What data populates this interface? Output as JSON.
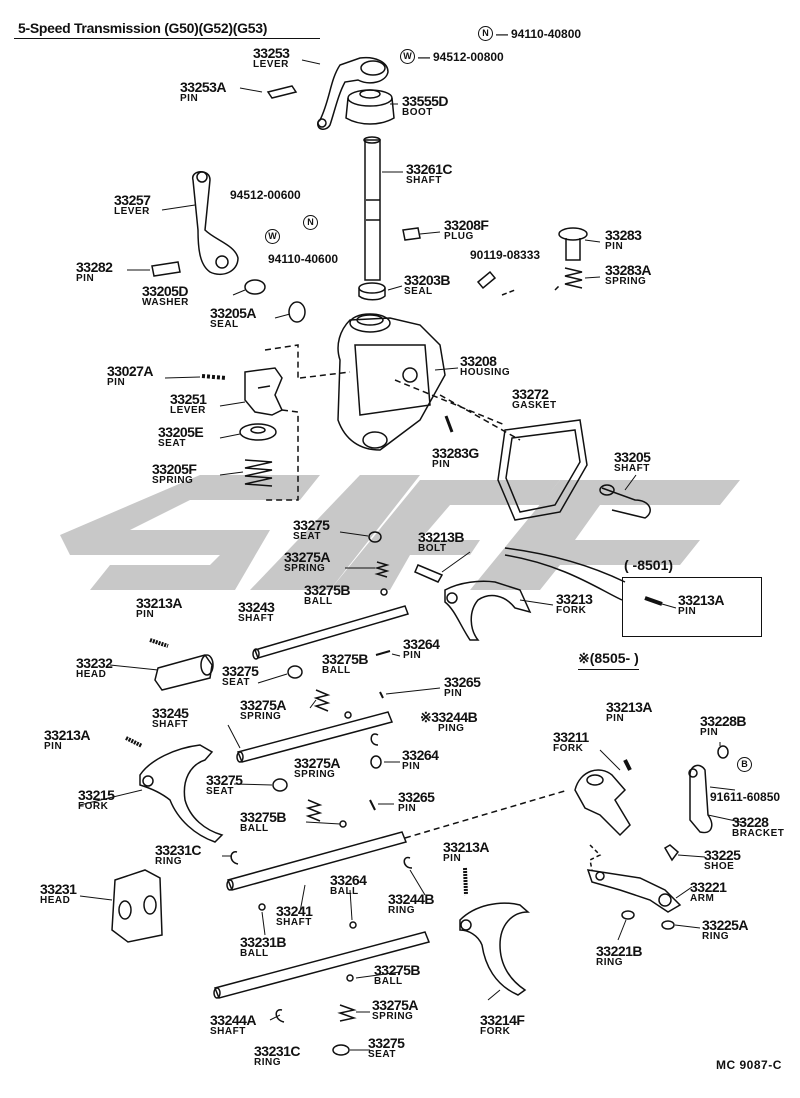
{
  "title": "5-Speed Transmission (G50)(G52)(G53)",
  "footer_code": "MC  9087-C",
  "inset": {
    "label": "(        -8501)",
    "part": "33213A",
    "desc": "PIN"
  },
  "note2": "※(8505-          )",
  "symbol_refs": [
    {
      "symbol": "N",
      "number": "94110-40800"
    },
    {
      "symbol": "W",
      "number": "94512-00800"
    },
    {
      "symbol": "W",
      "number": "94512-00600"
    },
    {
      "symbol": "N",
      "number": "94110-40600"
    },
    {
      "symbol": "B",
      "number": "91611-60850"
    }
  ],
  "plain_refs": [
    "90119-08333"
  ],
  "parts": [
    {
      "num": "33253",
      "desc": "LEVER"
    },
    {
      "num": "33253A",
      "desc": "PIN"
    },
    {
      "num": "33555D",
      "desc": "BOOT"
    },
    {
      "num": "33261C",
      "desc": "SHAFT"
    },
    {
      "num": "33257",
      "desc": "LEVER"
    },
    {
      "num": "33208F",
      "desc": "PLUG"
    },
    {
      "num": "33283",
      "desc": "PIN"
    },
    {
      "num": "33282",
      "desc": "PIN"
    },
    {
      "num": "33283A",
      "desc": "SPRING"
    },
    {
      "num": "33205D",
      "desc": "WASHER"
    },
    {
      "num": "33203B",
      "desc": "SEAL"
    },
    {
      "num": "33205A",
      "desc": "SEAL"
    },
    {
      "num": "33027A",
      "desc": "PIN"
    },
    {
      "num": "33208",
      "desc": "HOUSING"
    },
    {
      "num": "33251",
      "desc": "LEVER"
    },
    {
      "num": "33272",
      "desc": "GASKET"
    },
    {
      "num": "33205E",
      "desc": "SEAT"
    },
    {
      "num": "33283G",
      "desc": "PIN"
    },
    {
      "num": "33205",
      "desc": "SHAFT"
    },
    {
      "num": "33205F",
      "desc": "SPRING"
    },
    {
      "num": "33275",
      "desc": "SEAT"
    },
    {
      "num": "33213B",
      "desc": "BOLT"
    },
    {
      "num": "33275A",
      "desc": "SPRING"
    },
    {
      "num": "33275B",
      "desc": "BALL"
    },
    {
      "num": "33213A",
      "desc": "PIN"
    },
    {
      "num": "33243",
      "desc": "SHAFT"
    },
    {
      "num": "33213",
      "desc": "FORK"
    },
    {
      "num": "33264",
      "desc": "PIN"
    },
    {
      "num": "33232",
      "desc": "HEAD"
    },
    {
      "num": "33275B",
      "desc": "BALL"
    },
    {
      "num": "33275",
      "desc": "SEAT"
    },
    {
      "num": "33265",
      "desc": "PIN"
    },
    {
      "num": "33275A",
      "desc": "SPRING"
    },
    {
      "num": "33245",
      "desc": "SHAFT"
    },
    {
      "num": "※33244B",
      "desc": "PING"
    },
    {
      "num": "33213A",
      "desc": "PIN"
    },
    {
      "num": "33264",
      "desc": "PIN"
    },
    {
      "num": "33275A",
      "desc": "SPRING"
    },
    {
      "num": "33275",
      "desc": "SEAT"
    },
    {
      "num": "33215",
      "desc": "FORK"
    },
    {
      "num": "33265",
      "desc": "PIN"
    },
    {
      "num": "33275B",
      "desc": "BALL"
    },
    {
      "num": "33213A",
      "desc": "PIN"
    },
    {
      "num": "33211",
      "desc": "FORK"
    },
    {
      "num": "33228B",
      "desc": "PIN"
    },
    {
      "num": "33228",
      "desc": "BRACKET"
    },
    {
      "num": "33225",
      "desc": "SHOE"
    },
    {
      "num": "33221",
      "desc": "ARM"
    },
    {
      "num": "33225A",
      "desc": "RING"
    },
    {
      "num": "33221B",
      "desc": "RING"
    },
    {
      "num": "33231C",
      "desc": "RING"
    },
    {
      "num": "33213A",
      "desc": "PIN"
    },
    {
      "num": "33231",
      "desc": "HEAD"
    },
    {
      "num": "33264",
      "desc": "BALL"
    },
    {
      "num": "33244B",
      "desc": "RING"
    },
    {
      "num": "33241",
      "desc": "SHAFT"
    },
    {
      "num": "33231B",
      "desc": "BALL"
    },
    {
      "num": "33275B",
      "desc": "BALL"
    },
    {
      "num": "33275A",
      "desc": "SPRING"
    },
    {
      "num": "33244A",
      "desc": "SHAFT"
    },
    {
      "num": "33214F",
      "desc": "FORK"
    },
    {
      "num": "33231C",
      "desc": "RING"
    },
    {
      "num": "33275",
      "desc": "SEAT"
    }
  ]
}
